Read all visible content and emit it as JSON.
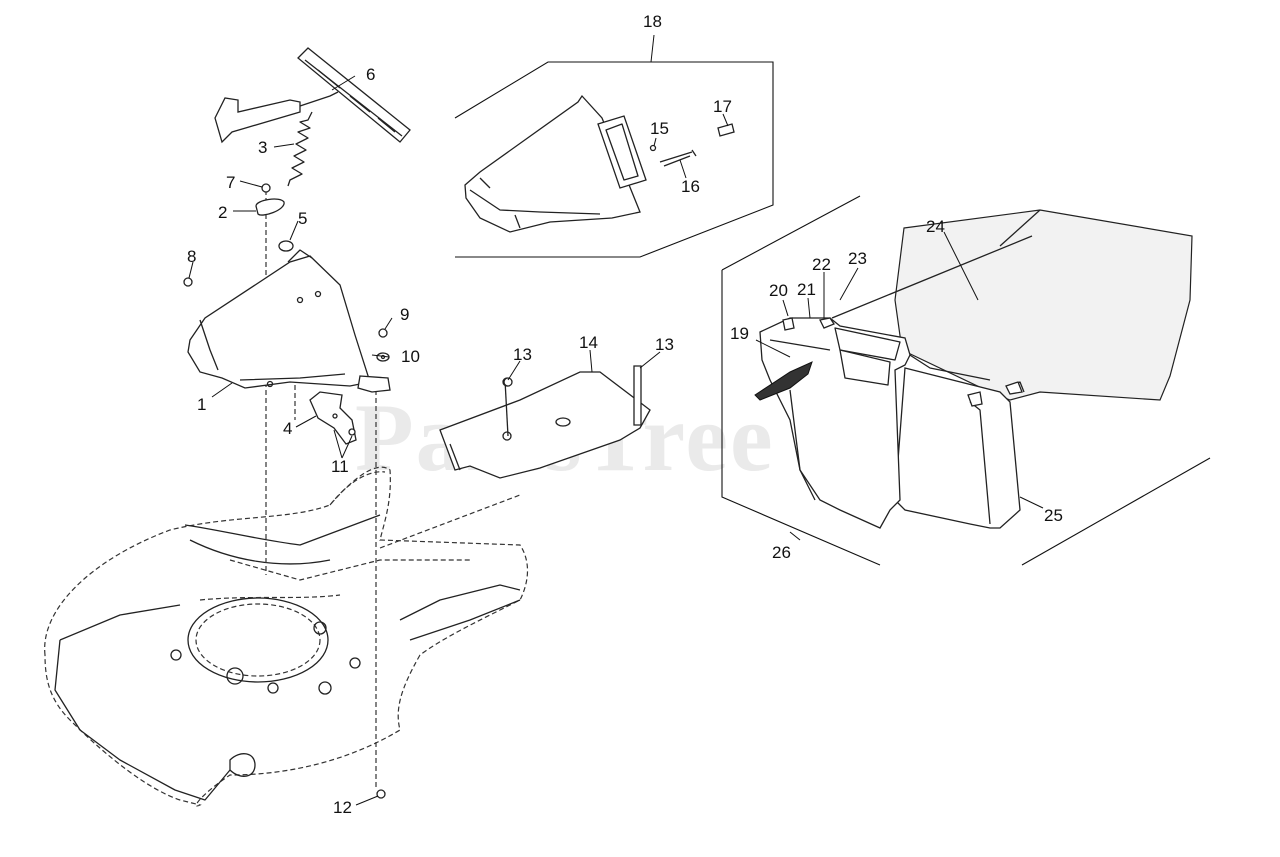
{
  "watermark": "PartsTree",
  "callouts": [
    "1",
    "2",
    "3",
    "4",
    "5",
    "6",
    "7",
    "8",
    "9",
    "10",
    "11",
    "12",
    "13",
    "13",
    "14",
    "15",
    "16",
    "17",
    "18",
    "19",
    "20",
    "21",
    "22",
    "23",
    "24",
    "25",
    "26"
  ]
}
